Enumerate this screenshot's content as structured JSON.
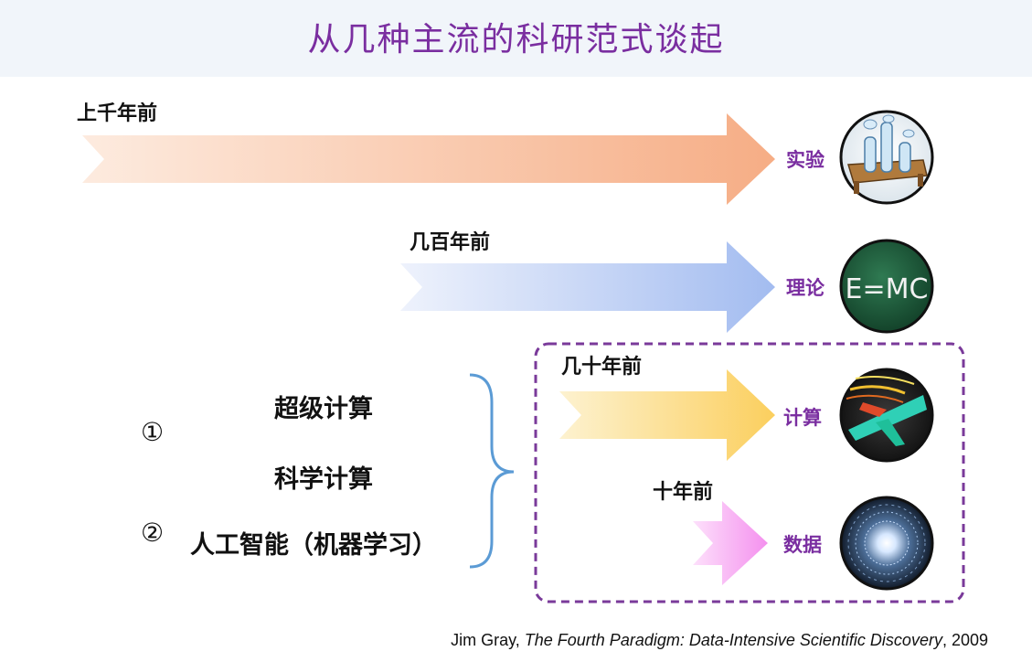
{
  "title": "从几种主流的科研范式谈起",
  "eras": [
    {
      "time": "上千年前",
      "paradigm": "实验"
    },
    {
      "time": "几百年前",
      "paradigm": "理论"
    },
    {
      "time": "几十年前",
      "paradigm": "计算"
    },
    {
      "time": "十年前",
      "paradigm": "数据"
    }
  ],
  "computing_items": {
    "marker1": "①",
    "marker2": "②",
    "item1": "超级计算",
    "item2": "科学计算",
    "item3": "人工智能（机器学习）"
  },
  "board_text": "E=MC",
  "citation": {
    "author": "Jim Gray, ",
    "work": "The Fourth Paradigm: Data-Intensive Scientific Discovery",
    "year": ", 2009"
  },
  "colors": {
    "title": "#7a2ea0",
    "arrow_experiment": "#f6b48e",
    "arrow_theory": "#a9c0f0",
    "arrow_computing": "#fbd46a",
    "arrow_data": "#f59cf0",
    "brace": "#5b9bd5",
    "dashed_box": "#7a3a9a"
  },
  "icons": [
    "test-tubes-icon",
    "chalkboard-icon",
    "aircraft-simulation-icon",
    "data-tunnel-icon"
  ]
}
